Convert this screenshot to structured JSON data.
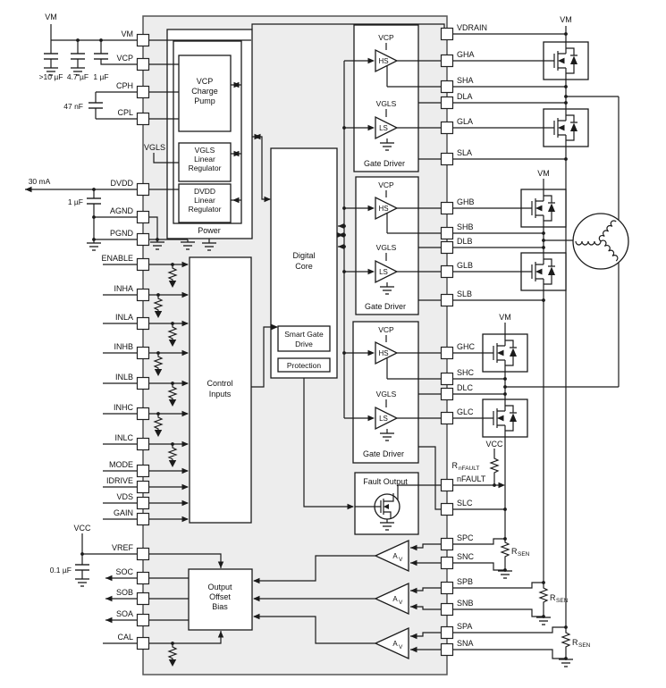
{
  "pins": {
    "left": [
      "VM",
      "VCP",
      "CPH",
      "CPL",
      "DVDD",
      "AGND",
      "PGND",
      "ENABLE",
      "INHA",
      "INLA",
      "INHB",
      "INLB",
      "INHC",
      "INLC",
      "MODE",
      "IDRIVE",
      "VDS",
      "GAIN",
      "VREF",
      "SOC",
      "SOB",
      "SOA",
      "CAL"
    ],
    "right": [
      "VDRAIN",
      "GHA",
      "SHA",
      "DLA",
      "GLA",
      "SLA",
      "GHB",
      "SHB",
      "DLB",
      "GLB",
      "SLB",
      "GHC",
      "SHC",
      "DLC",
      "GLC",
      "nFAULT",
      "SLC",
      "SPC",
      "SNC",
      "SPB",
      "SNB",
      "SPA",
      "SNA"
    ]
  },
  "power": {
    "label": "Power",
    "vcp_pump": [
      "VCP",
      "Charge",
      "Pump"
    ],
    "vgls_reg": [
      "VGLS",
      "Linear",
      "Regulator"
    ],
    "dvdd_reg": [
      "DVDD",
      "Linear",
      "Regulator"
    ],
    "vgls_net": "VGLS"
  },
  "core": {
    "digital": [
      "Digital",
      "Core"
    ],
    "smart_gate": [
      "Smart Gate",
      "Drive"
    ],
    "protection": "Protection",
    "control": [
      "Control",
      "Inputs"
    ]
  },
  "driver": {
    "label": "Gate Driver",
    "vcp": "VCP",
    "vgls": "VGLS",
    "hs": "HS",
    "ls": "LS"
  },
  "fault": {
    "label": "Fault Output",
    "r_main": "R",
    "r_sub": "nFAULT"
  },
  "sense": {
    "oob": [
      "Output",
      "Offset",
      "Bias"
    ],
    "amp": "A",
    "amp_sub": "V",
    "r_main": "R",
    "r_sub": "SEN"
  },
  "ext": {
    "vm": "VM",
    "vcc": "VCC",
    "cap_bulk": ">10 µF",
    "cap_4u7": "4.7 µF",
    "cap_1u": "1 µF",
    "cap_47n": "47 nF",
    "cap_1u_dvdd": "1 µF",
    "cap_100n": "0.1 µF",
    "i_dvdd": "30 mA"
  },
  "colors": {
    "line": "#1b1b1b",
    "chip_fill": "#ededed",
    "block_fill": "#ffffff"
  }
}
